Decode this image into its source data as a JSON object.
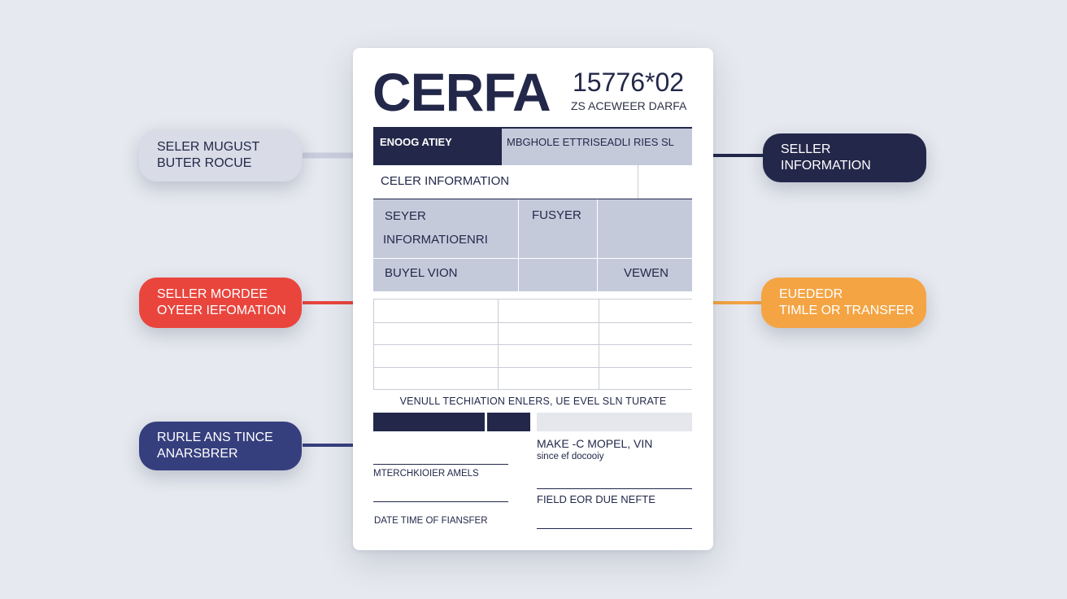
{
  "form": {
    "title": "CERFA",
    "code": "15776*02",
    "subcode": "ZS ACEWEER DARFA",
    "band_left": "ENOOG ATIEY",
    "band_right": "MBGHOLE ETTRISEADLI RIES SL",
    "section_label": "CELER INFORMATION",
    "grid": {
      "r1c1_line1": "SEYER",
      "r1c1_line2": "INFORMATIOENRI",
      "r1c2": "FUSYER",
      "r2c1": "BUYEL VION",
      "r2c3": "VEWEN"
    },
    "caption": "VENULL TECHIATION ENLERS, UE EVEL SLN TURATE",
    "make_model": "MAKE -C MOPEL, VIN",
    "since": "since ef docooiy",
    "mterch": "MTERCHKIOIER AMELS",
    "field_due": "FIELD EOR DUE NEFTE",
    "date_time": "DATE TIME OF FIANSFER"
  },
  "callouts": {
    "top_left": {
      "line1": "SELER MUGUST",
      "line2": "BUTER ROCUE",
      "color": "#d9dce6",
      "text_color": "#23284a"
    },
    "top_right": {
      "line1": "SELLER",
      "line2": "INFORMATION",
      "color": "#23284a",
      "text_color": "#ffffff"
    },
    "mid_left": {
      "line1": "SELLER MORDEE",
      "line2": "OYEER IEFOMATION",
      "color": "#e9453d",
      "text_color": "#ffffff"
    },
    "mid_right": {
      "line1": "EUEDEDR",
      "line2": "TIMLE OR TRANSFER",
      "color": "#f4a443",
      "text_color": "#ffffff"
    },
    "bottom_left": {
      "line1": "RURLE ANS TINCE",
      "line2": "ANARSBRER",
      "color": "#363f7e",
      "text_color": "#ffffff"
    }
  }
}
